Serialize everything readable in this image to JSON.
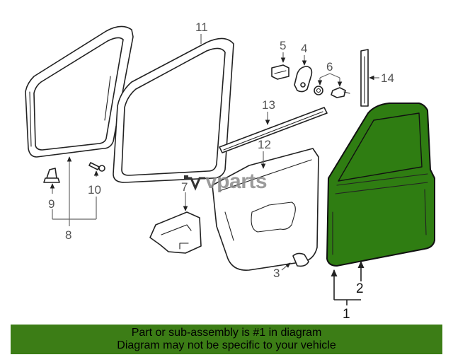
{
  "watermark": {
    "brand": "vparts"
  },
  "callouts": {
    "c1": "1",
    "c2": "2",
    "c3": "3",
    "c4": "4",
    "c5": "5",
    "c6": "6",
    "c7": "7",
    "c8": "8",
    "c9": "9",
    "c10": "10",
    "c11": "11",
    "c12": "12",
    "c13": "13",
    "c14": "14"
  },
  "highlight": {
    "part": "1",
    "color": "#2f7d12"
  },
  "footer": {
    "line1": "Part or sub-assembly is #1 in diagram",
    "line2": "Diagram may not be specific to your vehicle",
    "background": "#3c7d16"
  }
}
